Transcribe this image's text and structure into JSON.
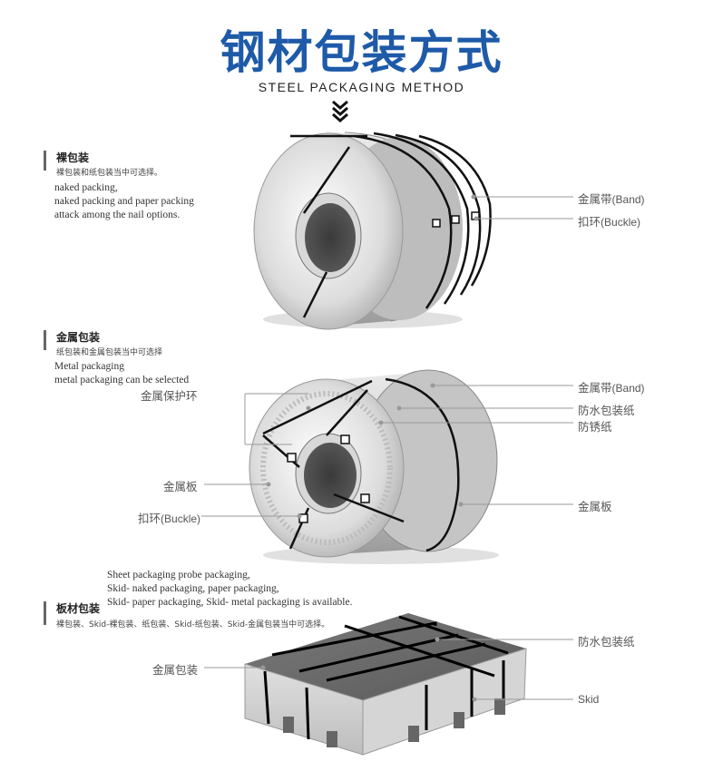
{
  "header": {
    "title_cn": "钢材包装方式",
    "title_en": "STEEL PACKAGING METHOD"
  },
  "sections": {
    "naked": {
      "title": "裸包装",
      "subtitle": "裸包装和纸包装当中可选择。",
      "en_lines": [
        "naked packing,",
        "naked packing and paper packing",
        "attack among the nail options."
      ],
      "callouts": {
        "band": "金属带",
        "band_en": "(Band)",
        "buckle": "扣环",
        "buckle_en": "(Buckle)"
      }
    },
    "metal": {
      "title": "金属包装",
      "subtitle": "纸包装和金属包装当中可选择",
      "en_lines": [
        "Metal packaging",
        "metal packaging can be selected"
      ],
      "callouts": {
        "ring": "金属保护环",
        "band": "金属带",
        "band_en": "(Band)",
        "waterproof": "防水包装纸",
        "rustproof": "防锈纸",
        "plate_left": "金属板",
        "plate_right": "金属板",
        "buckle": "扣环",
        "buckle_en": "(Buckle)"
      }
    },
    "sheet": {
      "en_lines": [
        "Sheet packaging probe packaging,",
        "Skid- naked packaging, paper packaging,",
        "Skid- paper packaging, Skid- metal packaging is available."
      ],
      "title": "板材包装",
      "subtitle": "裸包装、Skid-裸包装、纸包装、Skid-纸包装、Skid-金属包装当中可选择。",
      "callouts": {
        "waterproof": "防水包装纸",
        "metal_pack": "金属包装",
        "skid": "Skid"
      }
    }
  }
}
